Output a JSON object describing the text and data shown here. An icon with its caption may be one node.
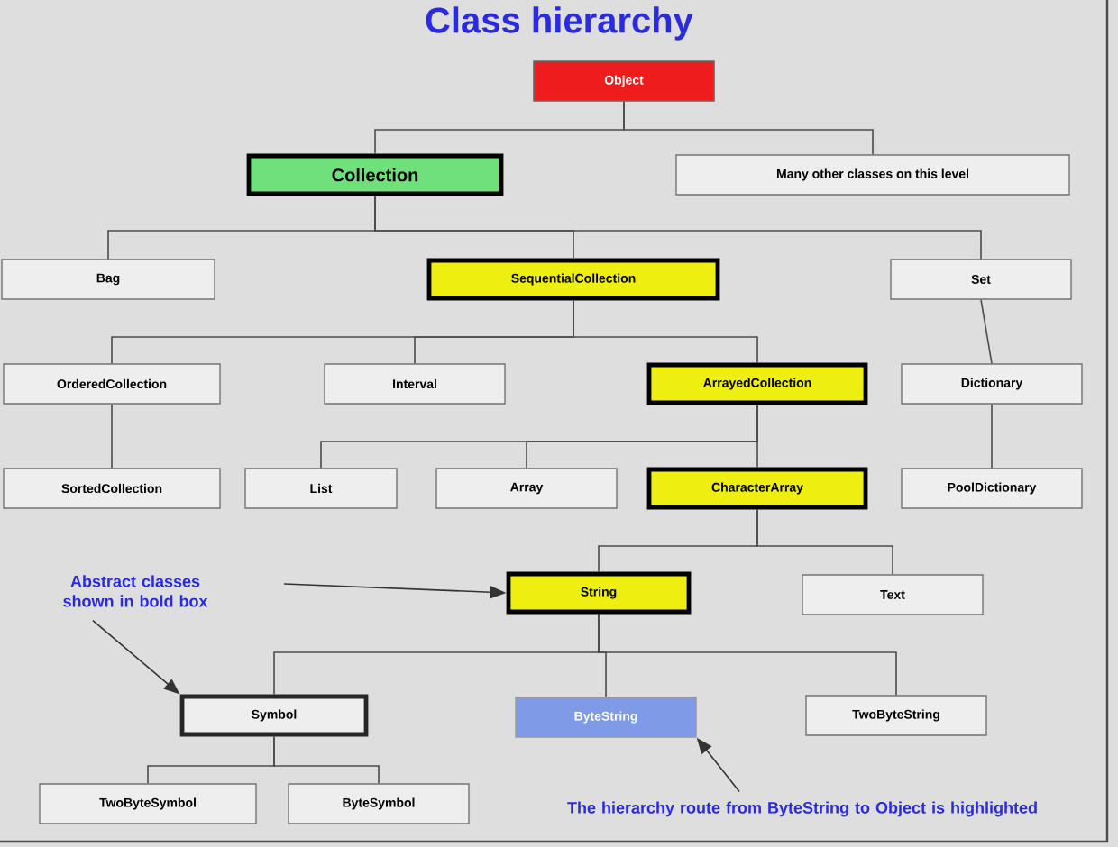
{
  "diagram": {
    "title": "Class hierarchy",
    "nodes": [
      {
        "text": [
          "Object"
        ]
      },
      {
        "text": [
          "Collection"
        ]
      },
      {
        "text": [
          "Many other classes on this level"
        ]
      },
      {
        "text": [
          "Bag"
        ]
      },
      {
        "text": [
          "SequentialCollection"
        ]
      },
      {
        "text": [
          "Set"
        ]
      },
      {
        "text": [
          "OrderedCollection"
        ]
      },
      {
        "text": [
          "Interval"
        ]
      },
      {
        "text": [
          "ArrayedCollection"
        ]
      },
      {
        "text": [
          "Dictionary"
        ]
      },
      {
        "text": [
          "SortedCollection"
        ]
      },
      {
        "text": [
          "List"
        ]
      },
      {
        "text": [
          "Array"
        ]
      },
      {
        "text": [
          "CharacterArray"
        ]
      },
      {
        "text": [
          "PoolDictionary"
        ]
      },
      {
        "text": [
          "String"
        ]
      },
      {
        "text": [
          "Text"
        ]
      },
      {
        "text": [
          "Symbol"
        ]
      },
      {
        "text": [
          "ByteString"
        ]
      },
      {
        "text": [
          "TwoByteString"
        ]
      },
      {
        "text": [
          "TwoByteSymbol"
        ]
      },
      {
        "text": [
          "ByteSymbol"
        ]
      },
      {
        "text": [
          "Abstract classes shown in bold box"
        ]
      },
      {
        "text": [
          "The hierarchy route from ByteString to Object is highlighted"
        ]
      }
    ],
    "edges": [
      {
        "from": 0,
        "to": 1,
        "arrow": "none"
      },
      {
        "from": 0,
        "to": 2,
        "arrow": "none"
      },
      {
        "from": 1,
        "to": 3,
        "arrow": "none"
      },
      {
        "from": 1,
        "to": 4,
        "arrow": "none"
      },
      {
        "from": 1,
        "to": 5,
        "arrow": "none"
      },
      {
        "from": 4,
        "to": 6,
        "arrow": "none"
      },
      {
        "from": 4,
        "to": 7,
        "arrow": "none"
      },
      {
        "from": 4,
        "to": 8,
        "arrow": "none"
      },
      {
        "from": 5,
        "to": 9,
        "arrow": "none"
      },
      {
        "from": 6,
        "to": 10,
        "arrow": "none"
      },
      {
        "from": 8,
        "to": 11,
        "arrow": "none"
      },
      {
        "from": 8,
        "to": 12,
        "arrow": "none"
      },
      {
        "from": 8,
        "to": 13,
        "arrow": "none"
      },
      {
        "from": 9,
        "to": 14,
        "arrow": "none"
      },
      {
        "from": 13,
        "to": 15,
        "arrow": "none"
      },
      {
        "from": 13,
        "to": 16,
        "arrow": "none"
      },
      {
        "from": 15,
        "to": 17,
        "arrow": "none"
      },
      {
        "from": 15,
        "to": 18,
        "arrow": "none"
      },
      {
        "from": 15,
        "to": 19,
        "arrow": "none"
      },
      {
        "from": 17,
        "to": 20,
        "arrow": "none"
      },
      {
        "from": 17,
        "to": 21,
        "arrow": "none"
      },
      {
        "from": 22,
        "to": 15,
        "arrow": "to"
      },
      {
        "from": 22,
        "to": 17,
        "arrow": "to"
      },
      {
        "from": 23,
        "to": 18,
        "arrow": "to"
      }
    ]
  }
}
